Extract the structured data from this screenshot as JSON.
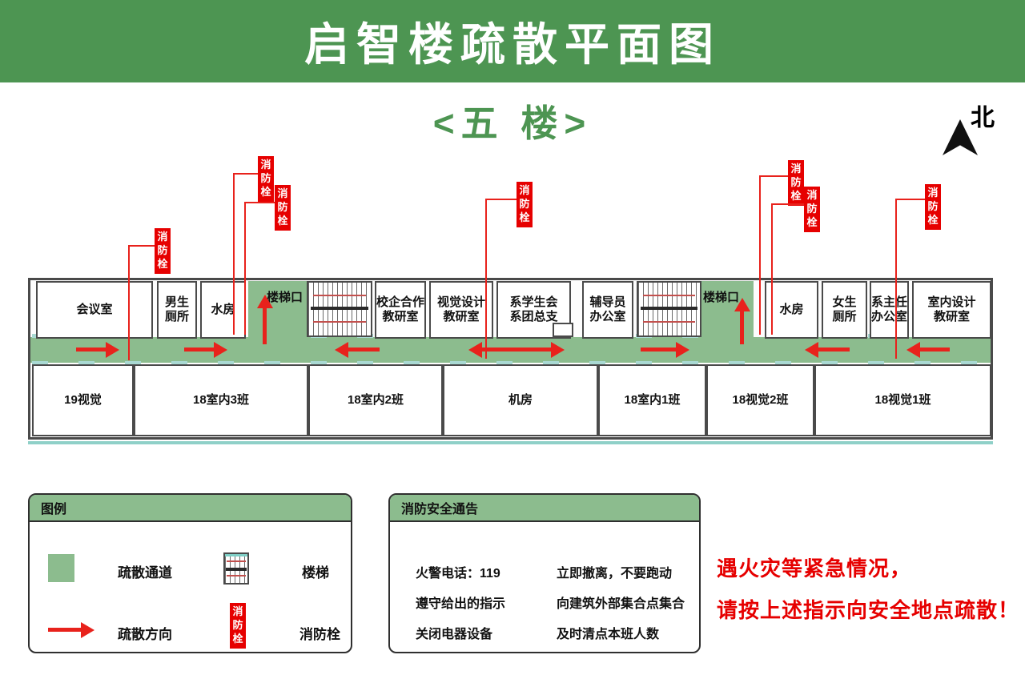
{
  "header": {
    "title": "启智楼疏散平面图"
  },
  "floor_label": "<五 楼>",
  "north_label": "北",
  "plan": {
    "hydrant_label": "消防栓",
    "stair_exit_label": "楼梯口",
    "top_rooms": [
      "会议室",
      "男生\n厕所",
      "水房",
      "校企合作\n教研室",
      "视觉设计\n教研室",
      "系学生会\n系团总支",
      "辅导员\n办公室",
      "水房",
      "女生\n厕所",
      "系主任\n办公室",
      "室内设计\n教研室"
    ],
    "bottom_rooms": [
      "19视觉",
      "18室内3班",
      "18室内2班",
      "机房",
      "18室内1班",
      "18视觉2班",
      "18视觉1班"
    ]
  },
  "legend": {
    "title": "图例",
    "items": [
      {
        "label": "疏散通道"
      },
      {
        "label": "楼梯"
      },
      {
        "label": "疏散方向"
      },
      {
        "label": "消防栓"
      }
    ]
  },
  "notice": {
    "title": "消防安全通告",
    "col1": [
      "火警电话：119",
      "遵守给出的指示",
      "关闭电器设备"
    ],
    "col2": [
      "立即撤离，不要跑动",
      "向建筑外部集合点集合",
      "及时清点本班人数"
    ]
  },
  "warning": {
    "line1": "遇火灾等紧急情况，",
    "line2": "请按上述指示向安全地点疏散！"
  },
  "colors": {
    "header_green": "#4d9552",
    "corridor_green": "#8cbc8e",
    "alert_red": "#e60000",
    "arrow_red": "#e8221c",
    "wall_gray": "#4a4a4a",
    "door_teal": "#9fd6d0"
  }
}
